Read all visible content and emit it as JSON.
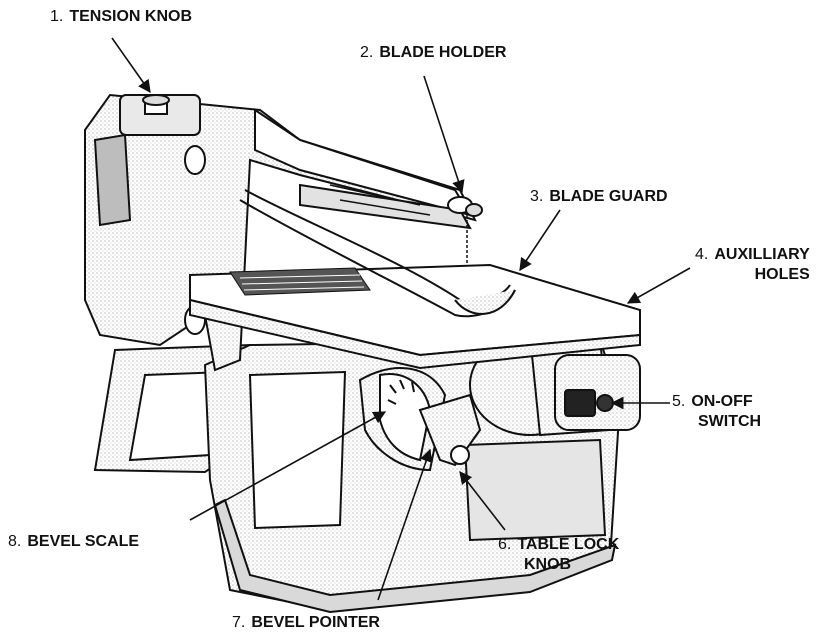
{
  "labels": [
    {
      "num": "1.",
      "lines": [
        "TENSION KNOB"
      ]
    },
    {
      "num": "2.",
      "lines": [
        "BLADE HOLDER"
      ]
    },
    {
      "num": "3.",
      "lines": [
        "BLADE GUARD"
      ]
    },
    {
      "num": "4.",
      "lines": [
        "AUXILLIARY",
        "HOLES"
      ]
    },
    {
      "num": "5.",
      "lines": [
        "ON-OFF",
        "SWITCH"
      ]
    },
    {
      "num": "6.",
      "lines": [
        "TABLE LOCK",
        "KNOB"
      ]
    },
    {
      "num": "7.",
      "lines": [
        "BEVEL POINTER"
      ]
    },
    {
      "num": "8.",
      "lines": [
        "BEVEL SCALE"
      ]
    }
  ],
  "colors": {
    "ink": "#111111",
    "paper": "#ffffff",
    "shade": "#cfcfcf"
  }
}
